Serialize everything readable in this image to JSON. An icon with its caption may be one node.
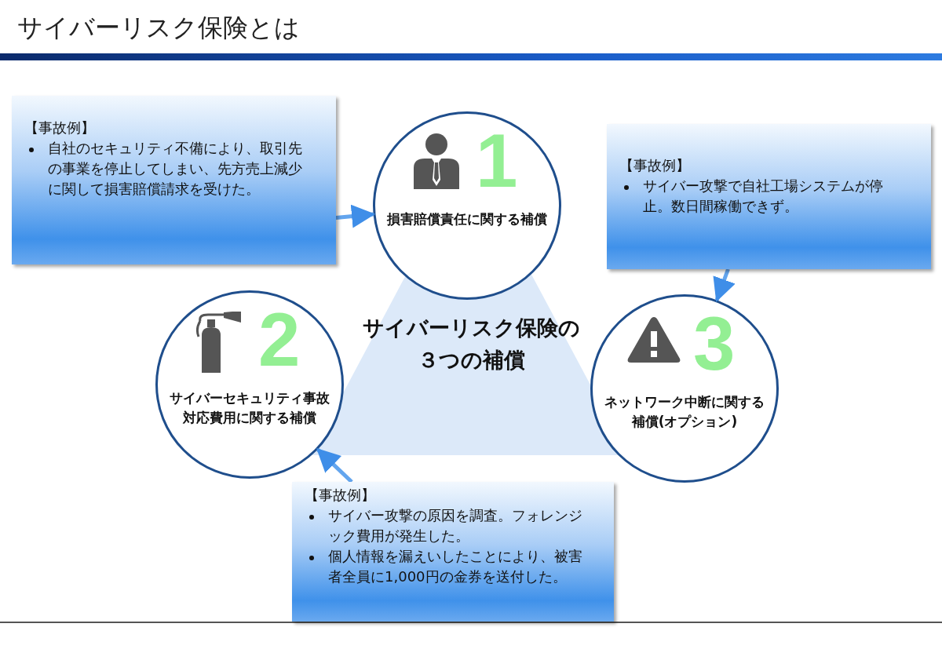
{
  "diagram": {
    "title": "サイバーリスク保険とは",
    "nodes": [
      {
        "text": [
          "サイバーリスク保険の３つの補償"
        ]
      },
      {
        "text": [
          "1",
          "損害賠償責任に関する補償"
        ]
      },
      {
        "text": [
          "2",
          "サイバーセキュリティ事故対応費用に関する補償"
        ]
      },
      {
        "text": [
          "3",
          "ネットワーク中断に関する補償(オプション)"
        ]
      },
      {
        "text": [
          "【事故例】",
          "自社のセキュリティ不備により、取引先の事業を停止してしまい、先方売上減少に関して損害賠償請求を受けた。"
        ]
      },
      {
        "text": [
          "【事故例】",
          "サイバー攻撃で自社工場システムが停止。数日間稼働できず。"
        ]
      },
      {
        "text": [
          "【事故例】",
          "サイバー攻撃の原因を調査。フォレンジック費用が発生した。",
          "個人情報を漏えいしたことにより、被害者全員に1,000円の金券を送付した。"
        ]
      }
    ],
    "edges": [
      {
        "from": 4,
        "to": 1,
        "arrow": "to"
      },
      {
        "from": 5,
        "to": 3,
        "arrow": "to"
      },
      {
        "from": 6,
        "to": 2,
        "arrow": "to"
      }
    ]
  }
}
